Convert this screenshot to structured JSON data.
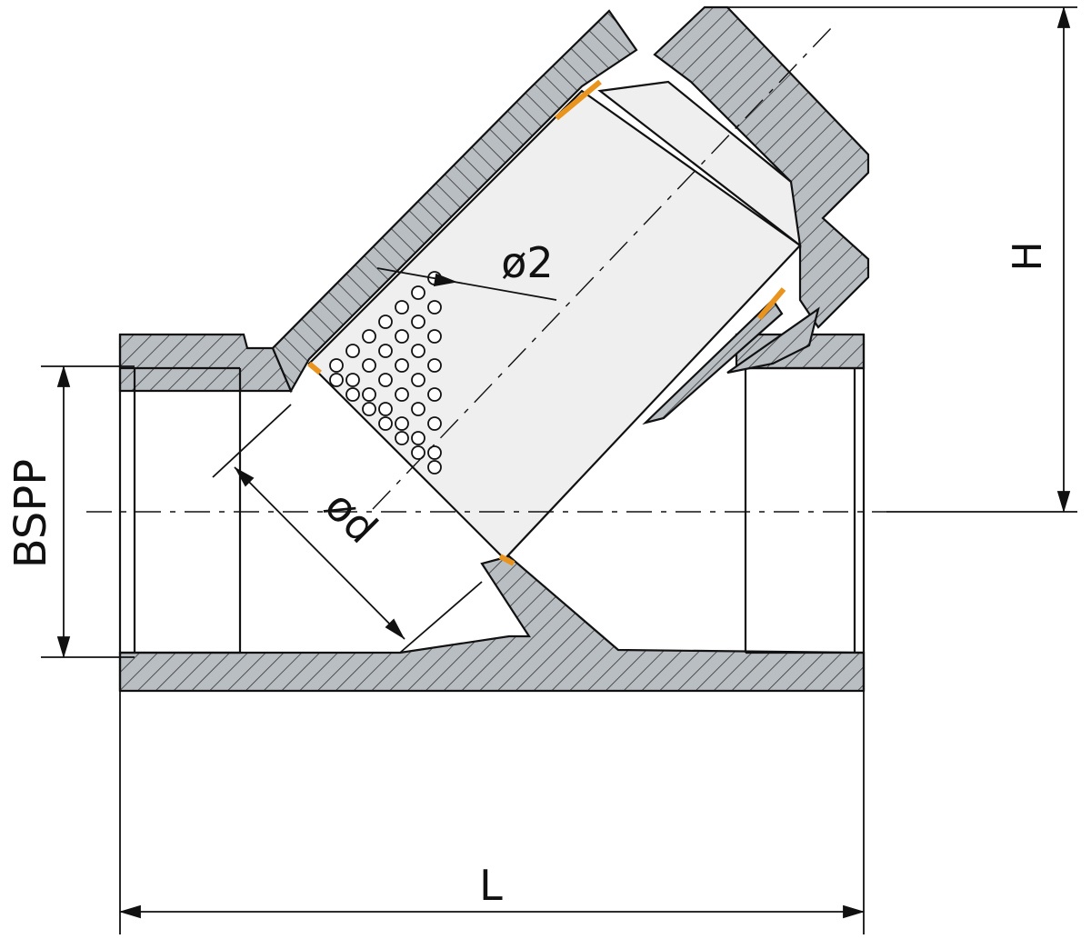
{
  "labels": {
    "height": "H",
    "length": "L",
    "thread": "BSPP",
    "inner_diameter": "ød",
    "screen_diameter": "ø2"
  },
  "colors": {
    "line": "#111111",
    "section_fill": "#b9bec3",
    "hatch": "#333333",
    "screen_fill": "#efefef",
    "gasket": "#e8941f",
    "background": "#ffffff"
  }
}
